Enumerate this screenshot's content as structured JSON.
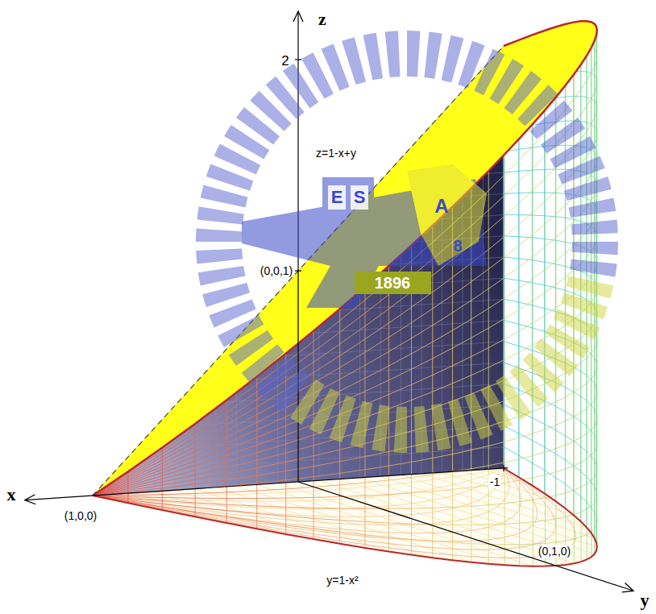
{
  "diagram": {
    "labels": [
      "z",
      "2",
      "z=1-x+y",
      "(0,0,1)",
      "E",
      "S",
      "A",
      "8",
      "1896",
      "-1",
      "x",
      "(1,0,0)",
      "y=1-x²",
      "(0,1,0)",
      "y"
    ]
  }
}
